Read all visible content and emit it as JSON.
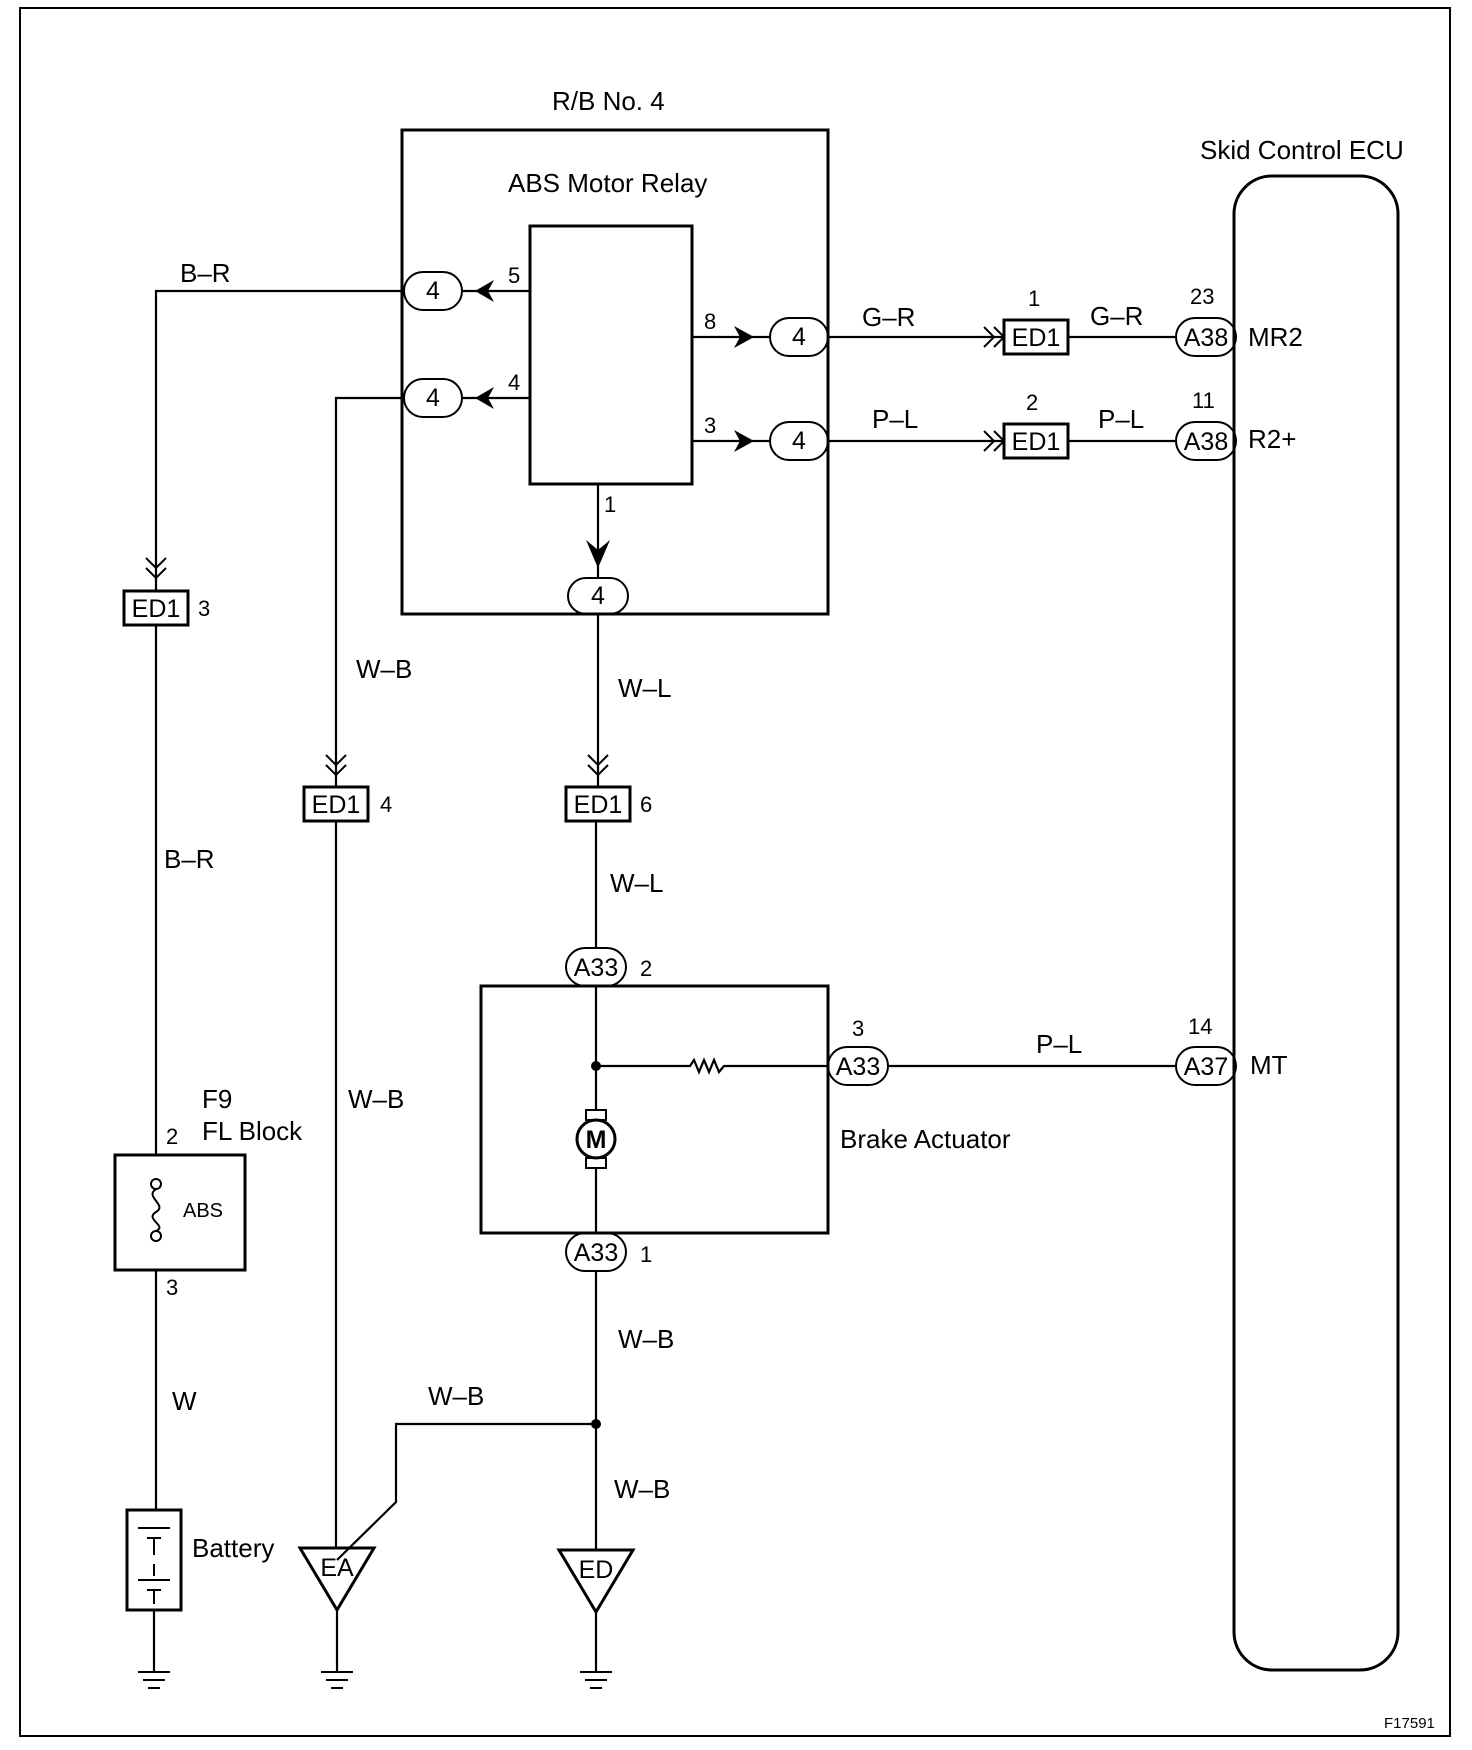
{
  "relay_block": {
    "title": "R/B No. 4",
    "relay_name": "ABS Motor Relay"
  },
  "ecu": {
    "title": "Skid Control ECU",
    "terminals": [
      "MR2",
      "R2+",
      "MT"
    ]
  },
  "connectors": {
    "relay_conn": "4",
    "ed1": "ED1",
    "a38": "A38",
    "a37": "A37",
    "a33": "A33",
    "ea": "EA",
    "ed": "ED"
  },
  "pins": {
    "relay_in_top": "5",
    "relay_in_bottom": "4",
    "relay_out_top": "8",
    "relay_out_bottom": "3",
    "relay_bottom": "1",
    "ed1_left": "3",
    "ed1_mid": "4",
    "ed1_center": "6",
    "ed1_mr2": "1",
    "ed1_r2": "2",
    "a38_mr2": "23",
    "a38_r2": "11",
    "a37_mt": "14",
    "a33_top": "2",
    "a33_right": "3",
    "a33_bottom": "1",
    "fuse_top": "2",
    "fuse_bottom": "3"
  },
  "wires": {
    "br": "B–R",
    "gr": "G–R",
    "pl": "P–L",
    "wb": "W–B",
    "wl": "W–L",
    "w": "W"
  },
  "fuse_block": {
    "id": "F9",
    "name": "FL Block",
    "fuse": "ABS"
  },
  "components": {
    "actuator": "Brake Actuator",
    "battery": "Battery",
    "motor": "M"
  },
  "figure_id": "F17591"
}
